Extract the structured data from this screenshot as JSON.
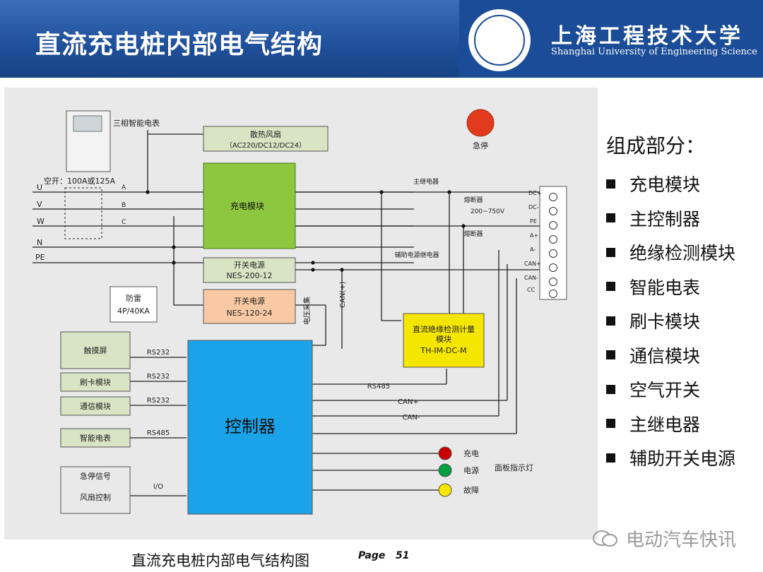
{
  "header": {
    "title": "直流充电桩内部电气结构",
    "uni_cn": "上海工程技术大学",
    "uni_en": "Shanghai University of Engineering Science"
  },
  "diagram": {
    "meter_label": "三相智能电表",
    "fan": {
      "l1": "散热风扇",
      "l2": "（AC220/DC12/DC24）"
    },
    "estop": "急停",
    "air_switch": "空开：100A或125A",
    "phases": [
      "U",
      "V",
      "W",
      "N",
      "PE"
    ],
    "abc": [
      "A",
      "B",
      "C"
    ],
    "charge_module": "充电模块",
    "main_relay": "主继电器",
    "fuse1": "熔断器",
    "fuse2": "熔断器",
    "voltage_range": "200~750V",
    "aux_relay": "辅助电源继电器",
    "psu1": {
      "l1": "开关电源",
      "l2": "NES-200-12"
    },
    "psu2": {
      "l1": "开关电源",
      "l2": "NES-120-24"
    },
    "lightning": {
      "l1": "防雷",
      "l2": "4P/40KA"
    },
    "volt_sample": "电压采集",
    "can_plus_v": "CAN(+)",
    "insulation": {
      "l1": "直流绝缘检测计量",
      "l2": "模块",
      "l3": "TH-IM-DC-M"
    },
    "terminals": [
      "DC+",
      "DC-",
      "PE",
      "A+",
      "A-",
      "CAN+",
      "CAN-",
      "CC"
    ],
    "controller": "控制器",
    "touch": "触摸屏",
    "card": "刷卡模块",
    "comm": "通信模块",
    "meter": "智能电表",
    "io_box": {
      "l1": "急停信号",
      "l2": "风扇控制"
    },
    "bus": {
      "rs232a": "RS232",
      "rs232b": "RS232",
      "rs232c": "RS232",
      "rs485a": "RS485",
      "io": "I/O",
      "rs485b": "RS485",
      "canp": "CAN+",
      "canm": "CAN-"
    },
    "lamps": [
      "充电",
      "电源",
      "故障"
    ],
    "lamp_colors": [
      "#cc0000",
      "#00a040",
      "#f5e600"
    ],
    "panel_lamp": "面板指示灯"
  },
  "side": {
    "title": "组成部分：",
    "items": [
      "充电模块",
      "主控制器",
      "绝缘检测模块",
      "智能电表",
      "刷卡模块",
      "通信模块",
      "空气开关",
      "主继电器",
      "辅助开关电源"
    ]
  },
  "footer": {
    "caption": "直流充电桩内部电气结构图",
    "page_label": "Page",
    "page_num": "51",
    "watermark": "电动汽车快讯"
  }
}
